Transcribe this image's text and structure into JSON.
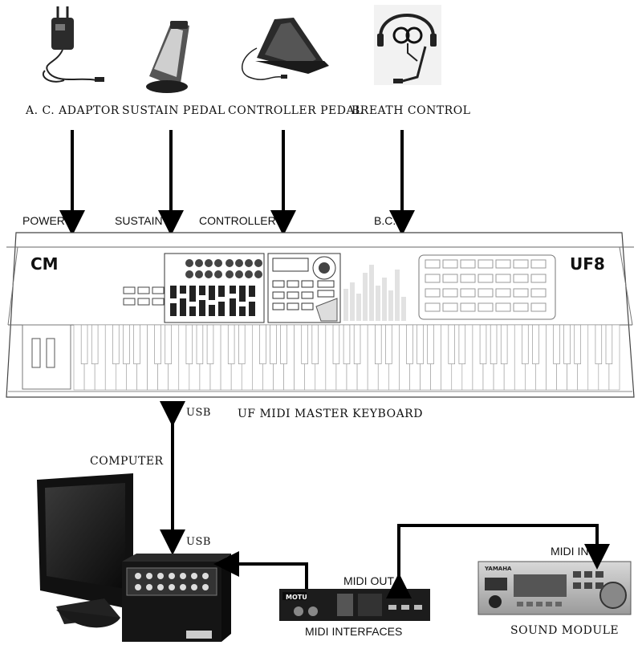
{
  "accessories": {
    "ac_adaptor": "A. C. ADAPTOR",
    "sustain_pedal": "SUSTAIN PEDAL",
    "controller_pedal": "CONTROLLER PEDAL",
    "breath_control": "BREATH CONTROL"
  },
  "ports": {
    "power": "POWER",
    "sustain": "SUSTAIN",
    "controller": "CONTROLLER",
    "bc": "B.C.",
    "usb_top": "USB",
    "usb_bottom": "USB",
    "midi_out": "MIDI OUT",
    "midi_in": "MIDI IN"
  },
  "keyboard": {
    "caption": "UF MIDI MASTER KEYBOARD",
    "brand_left": "CM",
    "brand_right": "UF8"
  },
  "devices": {
    "computer": "COMPUTER",
    "midi_interfaces": "MIDI INTERFACES",
    "sound_module": "SOUND MODULE",
    "motu_logo": "MOTU",
    "yamaha_logo": "YAMAHA"
  }
}
